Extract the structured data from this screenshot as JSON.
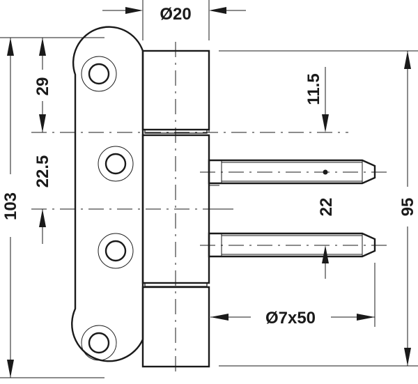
{
  "drawing": {
    "subject": "Concealed door hinge with two threaded pins",
    "colors": {
      "line": "#1a1a1a",
      "background": "#ffffff"
    },
    "dimensions": {
      "knuckle_diameter": "Ø20",
      "top_hole_offset": "29",
      "hole_spacing": "22.5",
      "total_leaf_height": "103",
      "top_pin_offset": "11.5",
      "pin_spacing": "22",
      "knuckle_height": "95",
      "pin_size": "Ø7x50"
    }
  }
}
